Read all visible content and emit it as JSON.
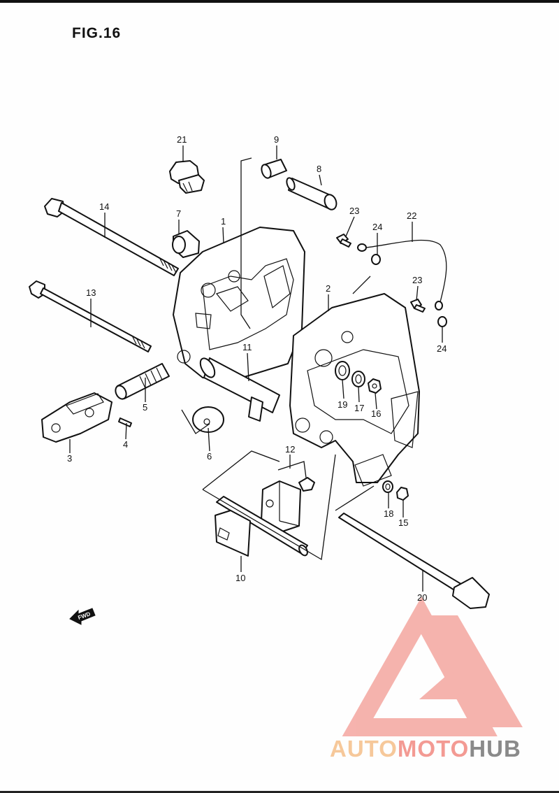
{
  "figure": {
    "title": "FIG.16"
  },
  "parts": [
    {
      "ref": "1"
    },
    {
      "ref": "2"
    },
    {
      "ref": "3"
    },
    {
      "ref": "4"
    },
    {
      "ref": "5"
    },
    {
      "ref": "6"
    },
    {
      "ref": "7"
    },
    {
      "ref": "8"
    },
    {
      "ref": "9"
    },
    {
      "ref": "10"
    },
    {
      "ref": "11"
    },
    {
      "ref": "12"
    },
    {
      "ref": "13"
    },
    {
      "ref": "14"
    },
    {
      "ref": "15"
    },
    {
      "ref": "16"
    },
    {
      "ref": "17"
    },
    {
      "ref": "18"
    },
    {
      "ref": "19"
    },
    {
      "ref": "20"
    },
    {
      "ref": "21"
    },
    {
      "ref": "22"
    },
    {
      "ref": "23"
    },
    {
      "ref": "23"
    },
    {
      "ref": "24"
    },
    {
      "ref": "24"
    }
  ],
  "fwd_marker": {
    "label": "FWD",
    "icon": "fwd-arrow-icon"
  },
  "watermark": {
    "logo_text_part1": "AUTO",
    "logo_text_part2": "MOTO",
    "logo_text_part3": "HUB",
    "colors": {
      "orange": "#f6c89a",
      "pink": "#f39a93",
      "gray": "#8a8a8a"
    }
  }
}
